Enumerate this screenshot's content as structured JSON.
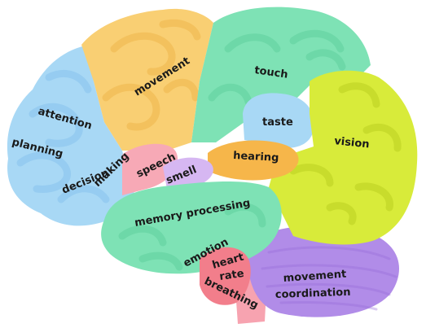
{
  "regions": {
    "attention": {
      "label": "attention",
      "color": "#a8d8f5"
    },
    "planning": {
      "label": "planning",
      "color": "#a8d8f5"
    },
    "decision": {
      "label": "decision",
      "color": "#a8d8f5"
    },
    "making": {
      "label": "making",
      "color": "#a8d8f5"
    },
    "movement": {
      "label": "movement",
      "color": "#f9cf73"
    },
    "touch": {
      "label": "touch",
      "color": "#7ee2b5"
    },
    "taste": {
      "label": "taste",
      "color": "#a8d8f5"
    },
    "vision": {
      "label": "vision",
      "color": "#d8eb3a"
    },
    "hearing": {
      "label": "hearing",
      "color": "#f6b64a"
    },
    "speech": {
      "label": "speech",
      "color": "#f7a9b6"
    },
    "smell": {
      "label": "smell",
      "color": "#d6b7f2"
    },
    "memory": {
      "label": "memory processing",
      "color": "#7ee2b5"
    },
    "emotion": {
      "label": "emotion",
      "color": "#7ee2b5"
    },
    "heart_rate_line1": {
      "label": "heart",
      "color": "#f27e8b"
    },
    "heart_rate_line2": {
      "label": "rate",
      "color": "#f27e8b"
    },
    "breathing": {
      "label": "breathing",
      "color": "#f27e8b"
    },
    "movement_coordination_line1": {
      "label": "movement",
      "color": "#b18ce8"
    },
    "movement_coordination_line2": {
      "label": "coordination",
      "color": "#b18ce8"
    }
  }
}
